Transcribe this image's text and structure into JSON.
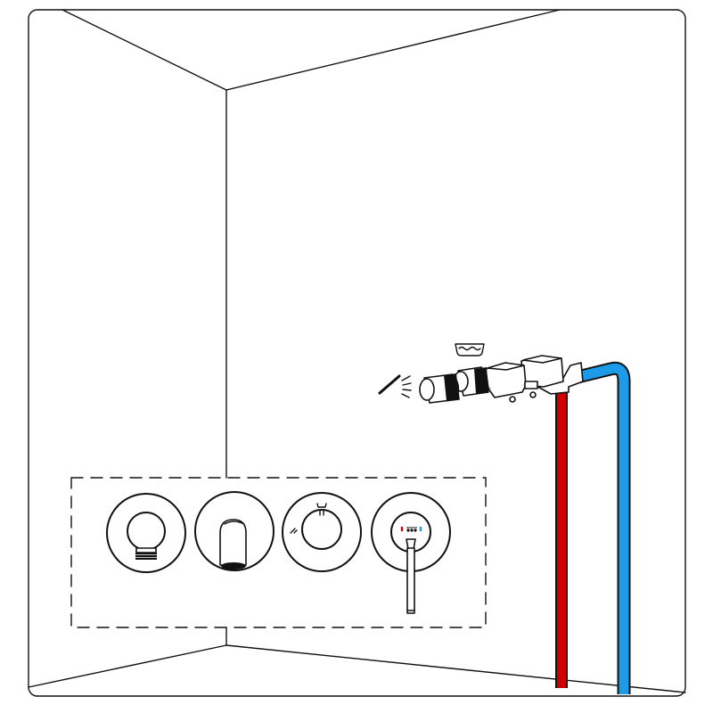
{
  "colors": {
    "hot_pipe": "#cc0000",
    "cold_pipe": "#1e9be8",
    "line": "#111111",
    "background": "#ffffff"
  },
  "diagram": {
    "outlet_icons": [
      "hand-shower-icon",
      "bathtub-icon"
    ],
    "panel_components": [
      "shower-hose-outlet",
      "bath-spout",
      "diverter-valve",
      "mixer-lever-valve"
    ]
  }
}
